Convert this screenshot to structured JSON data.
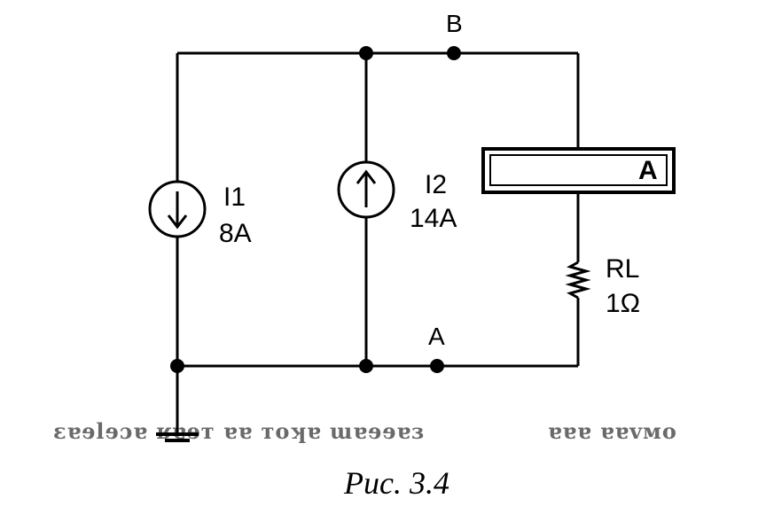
{
  "figure": {
    "caption": "Рис. 3.4"
  },
  "circuit": {
    "node_b": "B",
    "node_a": "A",
    "source_i1": {
      "name": "I1",
      "value": "8A"
    },
    "source_i2": {
      "name": "I2",
      "value": "14A"
    },
    "ammeter": {
      "label": "A"
    },
    "resistor": {
      "name": "RL",
      "value": "1Ω"
    }
  },
  "bleed_through": {
    "left": "ɛɐɘlɘɔɐ ʁɐɘт ɐɐ тоʞɐ ɯɐɘɘɐɜ",
    "right": "ɐɐɐ ɐɐvмo"
  },
  "colors": {
    "ink": "#000000",
    "background": "#ffffff",
    "bleed": "#6a6a6a"
  }
}
